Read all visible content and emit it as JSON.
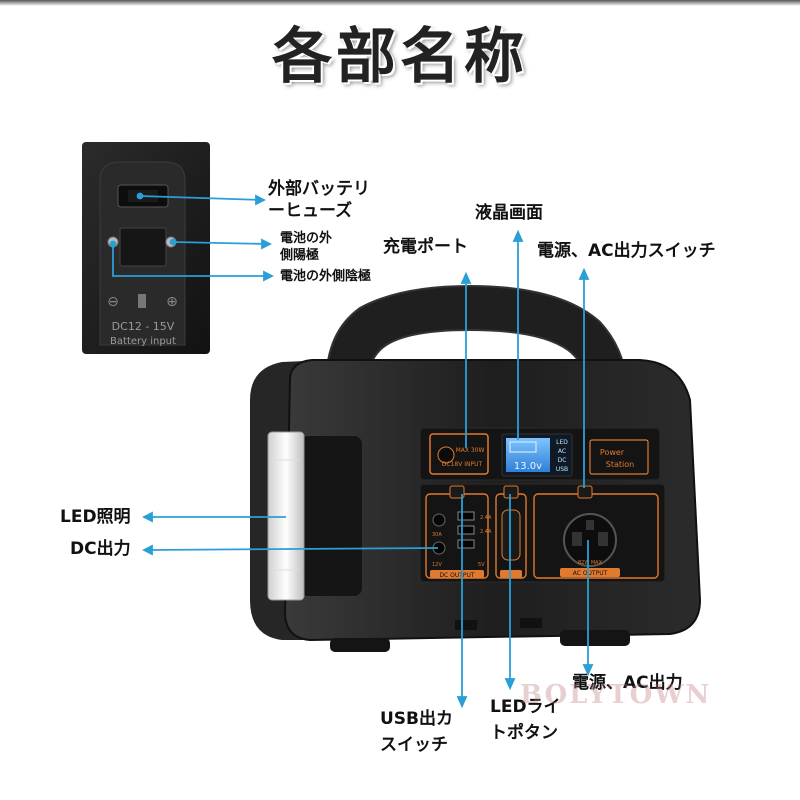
{
  "title": "各部名称",
  "inset": {
    "voltage_text": "DC12 - 15V",
    "input_text": "Battery input",
    "minus_symbol": "⊖",
    "plus_symbol": "⊕"
  },
  "panel": {
    "lcd_value": "13.0v",
    "lcd_indicators": [
      "LED",
      "AC",
      "DC",
      "USB"
    ],
    "power_station_line1": "Power",
    "power_station_line2": "Station",
    "charge_port_text": "MAX 30W",
    "charge_port_sub": "DC18V INPUT",
    "dc_output_text": "DC OUTPUT",
    "ac_text": "82W MAX",
    "ac_output_text": "AC OUTPUT",
    "usb_values": [
      "2.4A",
      "2.4A",
      "5V"
    ],
    "dc_values": [
      "30A",
      "12V"
    ]
  },
  "callouts": {
    "external_fuse": "外部バッテリ\nーヒューズ",
    "battery_positive": "電池の外\n側陽極",
    "battery_negative": "電池の外側陰極",
    "lcd_screen": "液晶画面",
    "charge_port": "充電ポート",
    "power_ac_switch": "電源、AC出力スイッチ",
    "led_light": "LED照明",
    "dc_output": "DC出力",
    "usb_switch": "USB出カ\nスイッチ",
    "led_light_button": "LEDライ\nトポタン",
    "power_ac_output": "電源、AC出力"
  },
  "watermark": "BOLYTOWN",
  "colors": {
    "accent_line": "#2a9fd6",
    "panel_orange": "#e07a2f",
    "body_dark": "#1c1c1c",
    "lcd_blue": "#4da6ff"
  }
}
